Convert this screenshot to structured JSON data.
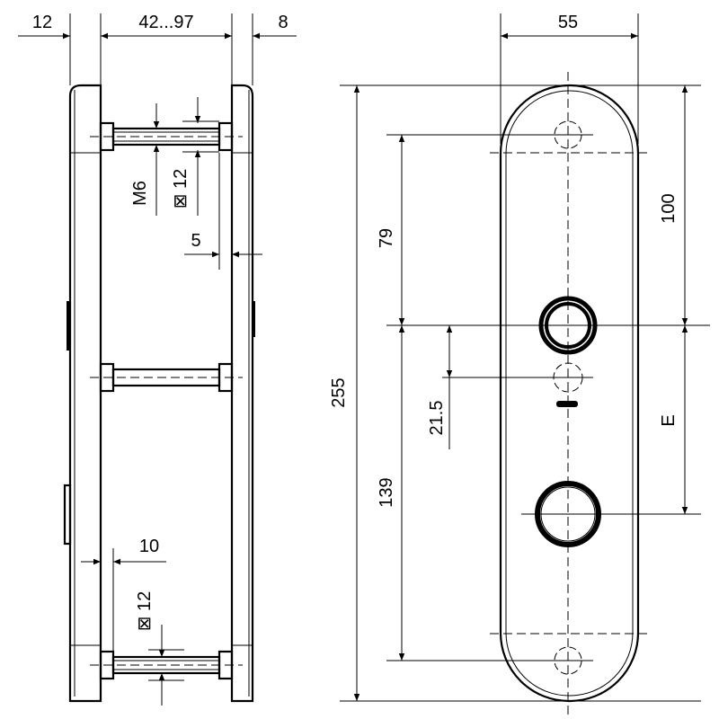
{
  "dimensions": {
    "plate_left_thickness": "12",
    "door_range": "42...97",
    "plate_right_thickness": "8",
    "plate_width": "55",
    "bolt_thread": "M6",
    "square_top": "⊠ 12",
    "offset_5": "5",
    "offset_10": "10",
    "square_bottom": "⊠ 12",
    "total_height": "255",
    "upper_distance": "79",
    "lower_distance": "139",
    "key_offset": "21.5",
    "top_to_handle": "100",
    "backset": "E"
  },
  "colors": {
    "line": "#000000",
    "background": "#ffffff"
  }
}
